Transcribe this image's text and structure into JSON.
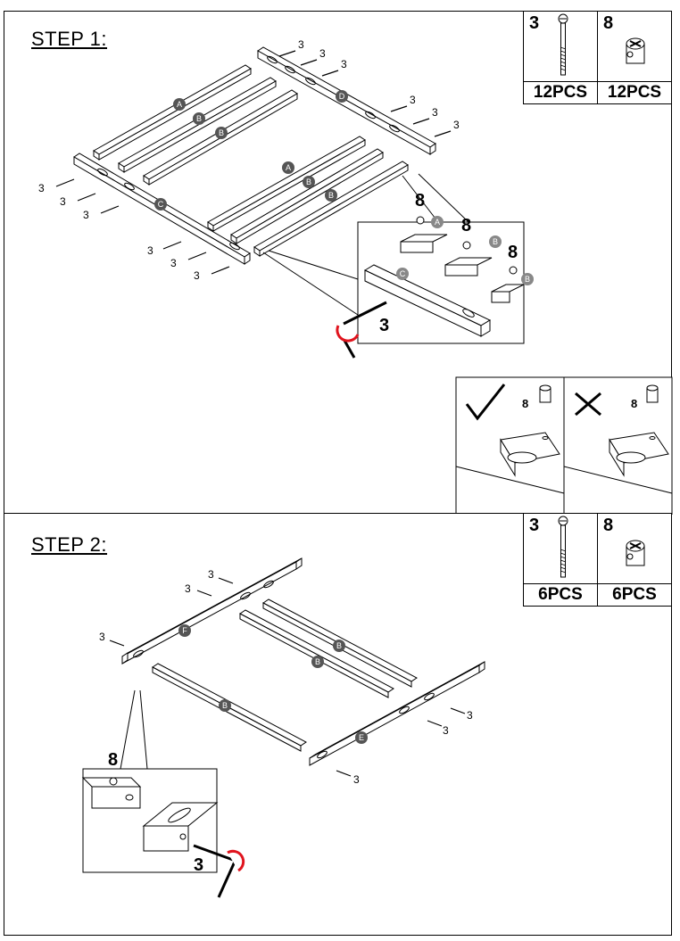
{
  "step1": {
    "title": "STEP 1:",
    "parts": [
      {
        "number": "3",
        "qty": "12PCS",
        "icon": "bolt-icon"
      },
      {
        "number": "8",
        "qty": "12PCS",
        "icon": "barrel-nut-icon"
      }
    ],
    "callout_bolt": "3",
    "callout_nuts": [
      "8",
      "8",
      "8"
    ],
    "bolt_labels": "3",
    "beam_labels": {
      "a": "A",
      "b": "B",
      "c": "C",
      "d": "D"
    },
    "correct_label": "8",
    "wrong_label": "8"
  },
  "step2": {
    "title": "STEP 2:",
    "parts": [
      {
        "number": "3",
        "qty": "6PCS",
        "icon": "bolt-icon"
      },
      {
        "number": "8",
        "qty": "6PCS",
        "icon": "barrel-nut-icon"
      }
    ],
    "callout_bolt": "3",
    "callout_nut": "8",
    "bolt_labels": "3",
    "beam_labels": {
      "b": "B",
      "e": "E",
      "f": "F"
    }
  },
  "colors": {
    "line": "#000000",
    "tag": "#555555",
    "arrow": "#e0141e"
  }
}
